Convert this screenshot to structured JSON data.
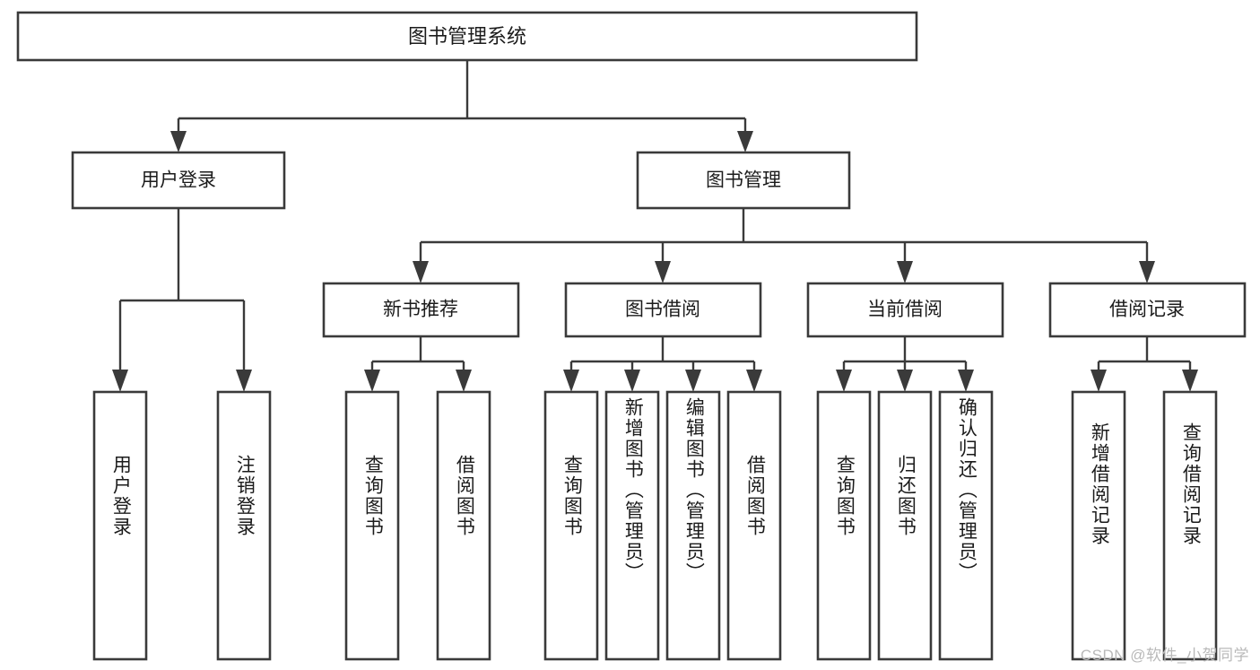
{
  "diagram": {
    "title": "图书管理系统",
    "type": "tree-hierarchy-chart",
    "orientation": "top-down",
    "colors": {
      "box_stroke": "#3a3a3a",
      "box_fill": "#ffffff",
      "connector": "#3a3a3a",
      "text": "#1b1b1b",
      "watermark": "#b9b9b9",
      "background": "#ffffff"
    },
    "root": {
      "label": "图书管理系统"
    },
    "level2": [
      {
        "label": "用户登录"
      },
      {
        "label": "图书管理"
      }
    ],
    "level3": [
      {
        "label": "新书推荐"
      },
      {
        "label": "图书借阅"
      },
      {
        "label": "当前借阅"
      },
      {
        "label": "借阅记录"
      }
    ],
    "leaves": {
      "user_login": [
        {
          "label": "用户登录"
        },
        {
          "label": "注销登录"
        }
      ],
      "new_book_recommend": [
        {
          "label": "查询图书"
        },
        {
          "label": "借阅图书"
        }
      ],
      "book_borrow": [
        {
          "label": "查询图书"
        },
        {
          "label": "新增图书（管理员）"
        },
        {
          "label": "编辑图书（管理员）"
        },
        {
          "label": "借阅图书"
        }
      ],
      "current_borrow": [
        {
          "label": "查询图书"
        },
        {
          "label": "归还图书"
        },
        {
          "label": "确认归还（管理员）"
        }
      ],
      "borrow_record": [
        {
          "label": "新增借阅记录"
        },
        {
          "label": "查询借阅记录"
        }
      ]
    },
    "watermark": "CSDN @软件_小贺同学"
  }
}
